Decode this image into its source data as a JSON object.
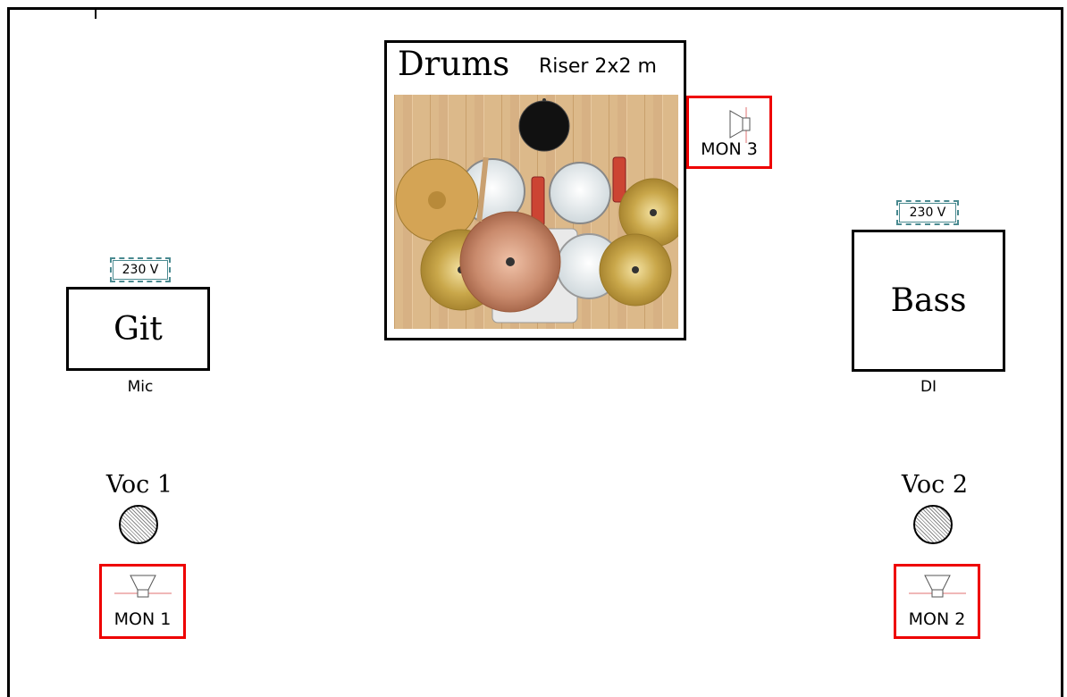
{
  "drums": {
    "title": "Drums",
    "riser": "Riser 2x2 m"
  },
  "guitar": {
    "label": "Git",
    "power": "230 V",
    "input": "Mic"
  },
  "bass": {
    "label": "Bass",
    "power": "230 V",
    "input": "DI"
  },
  "vocals": [
    {
      "label": "Voc 1"
    },
    {
      "label": "Voc 2"
    }
  ],
  "monitors": [
    {
      "label": "MON 1"
    },
    {
      "label": "MON 2"
    },
    {
      "label": "MON 3"
    }
  ],
  "colors": {
    "monitor_border": "#e00000",
    "power_border": "#4a8a90",
    "floor": "#dcb98a"
  },
  "icons": {
    "microphone": "mic-icon",
    "monitor": "speaker-icon",
    "drum_kit": "drum-kit-image"
  }
}
